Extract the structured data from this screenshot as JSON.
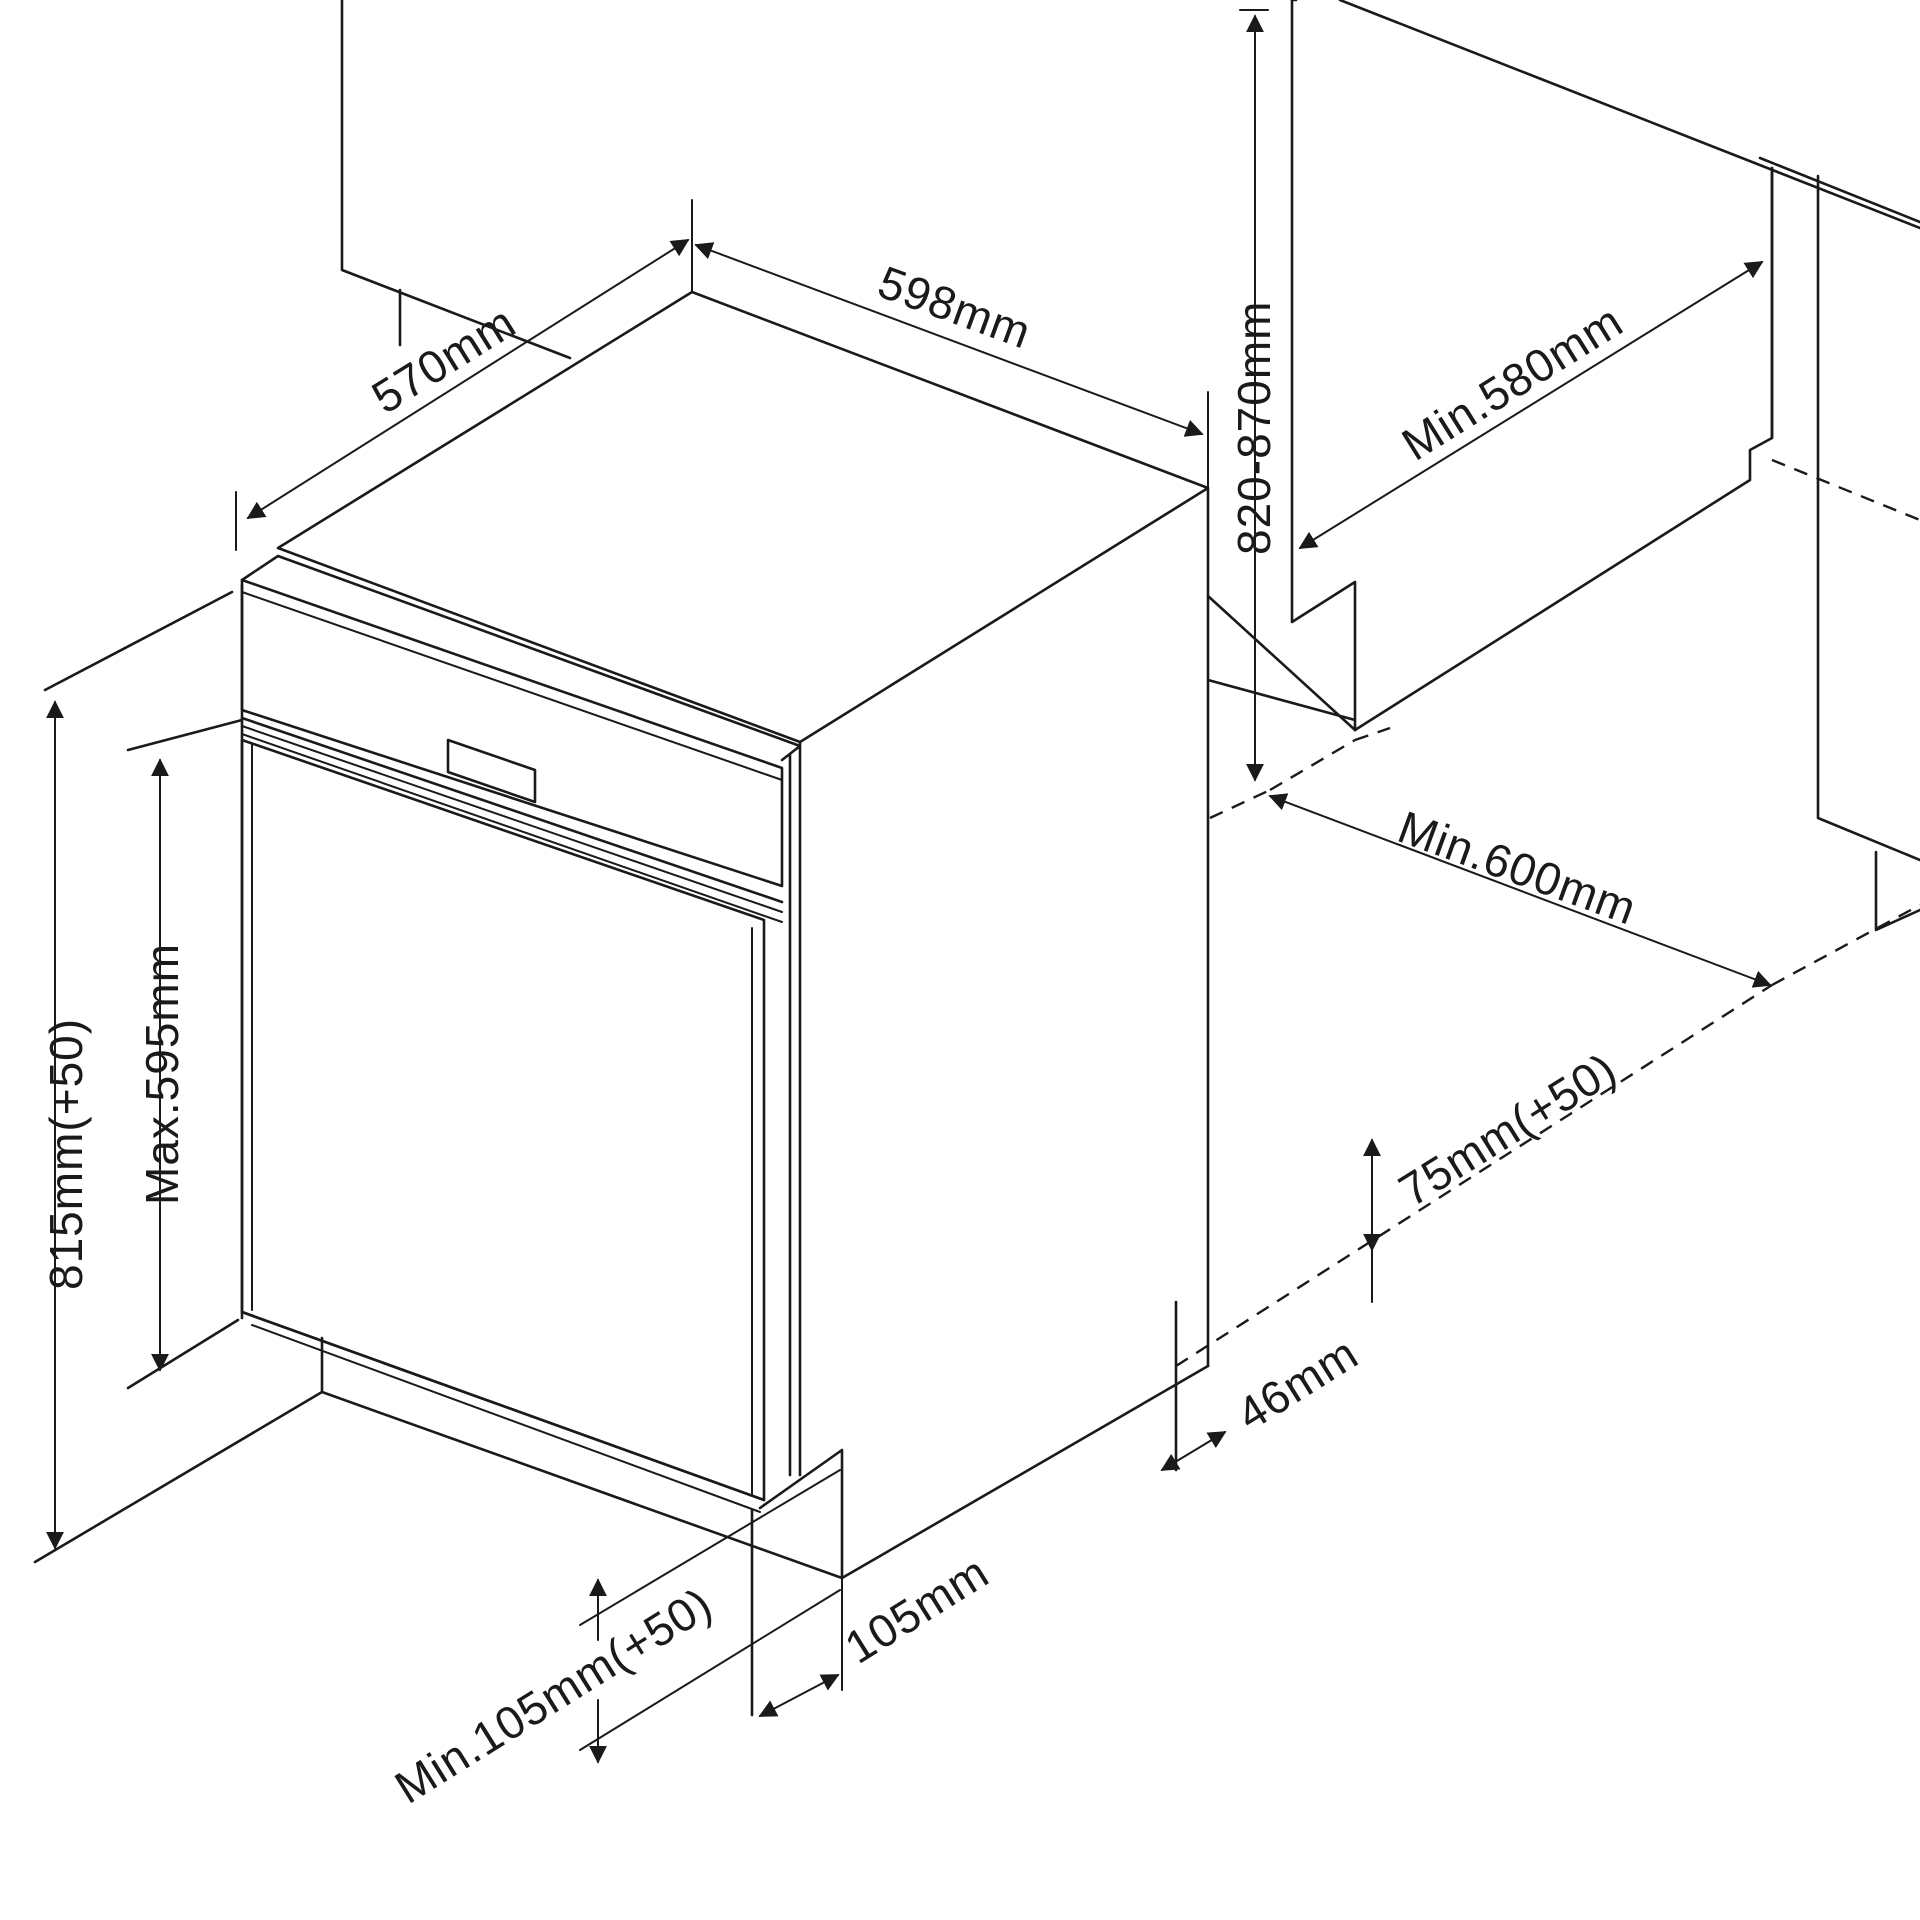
{
  "dimensions": {
    "depth": "570mm",
    "width": "598mm",
    "height_range": "820-870mm",
    "min_cabinet_depth": "Min.580mm",
    "min_niche_width": "Min.600mm",
    "height": "815mm(+50)",
    "max_door_height": "Max.595mm",
    "plinth_height_right": "75mm(+50)",
    "side_offset": "46mm",
    "plinth_depth": "105mm",
    "min_plinth": "Min.105mm(+50)"
  },
  "colors": {
    "line": "#1a1a1a",
    "background": "#ffffff"
  }
}
